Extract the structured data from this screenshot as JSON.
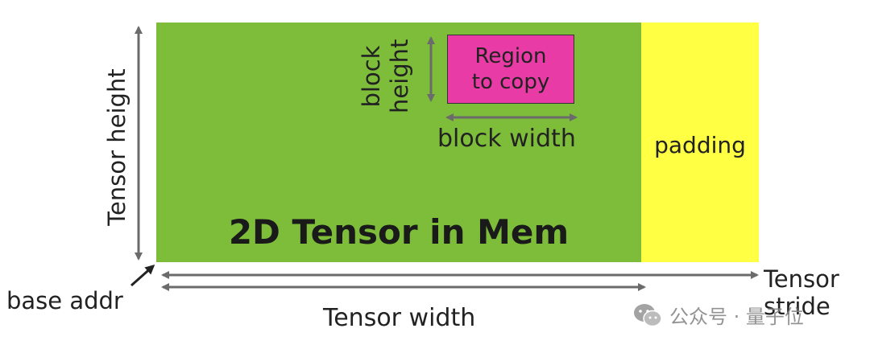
{
  "diagram": {
    "region_label_line1": "Region",
    "region_label_line2": "to copy",
    "block_height_line1": "block",
    "block_height_line2": "height",
    "block_width": "block width",
    "padding": "padding",
    "title": "2D Tensor in Mem",
    "tensor_height": "Tensor height",
    "base_addr": "base addr",
    "tensor_width": "Tensor width",
    "tensor_stride_line1": "Tensor",
    "tensor_stride_line2": "stride"
  },
  "watermark": {
    "text": "公众号 · 量子位",
    "icon": "wechat-icon"
  },
  "colors": {
    "tensor": "#7dbd3a",
    "padding": "#ffff44",
    "region": "#e93ba5",
    "arrow": "#6b6b6b"
  }
}
